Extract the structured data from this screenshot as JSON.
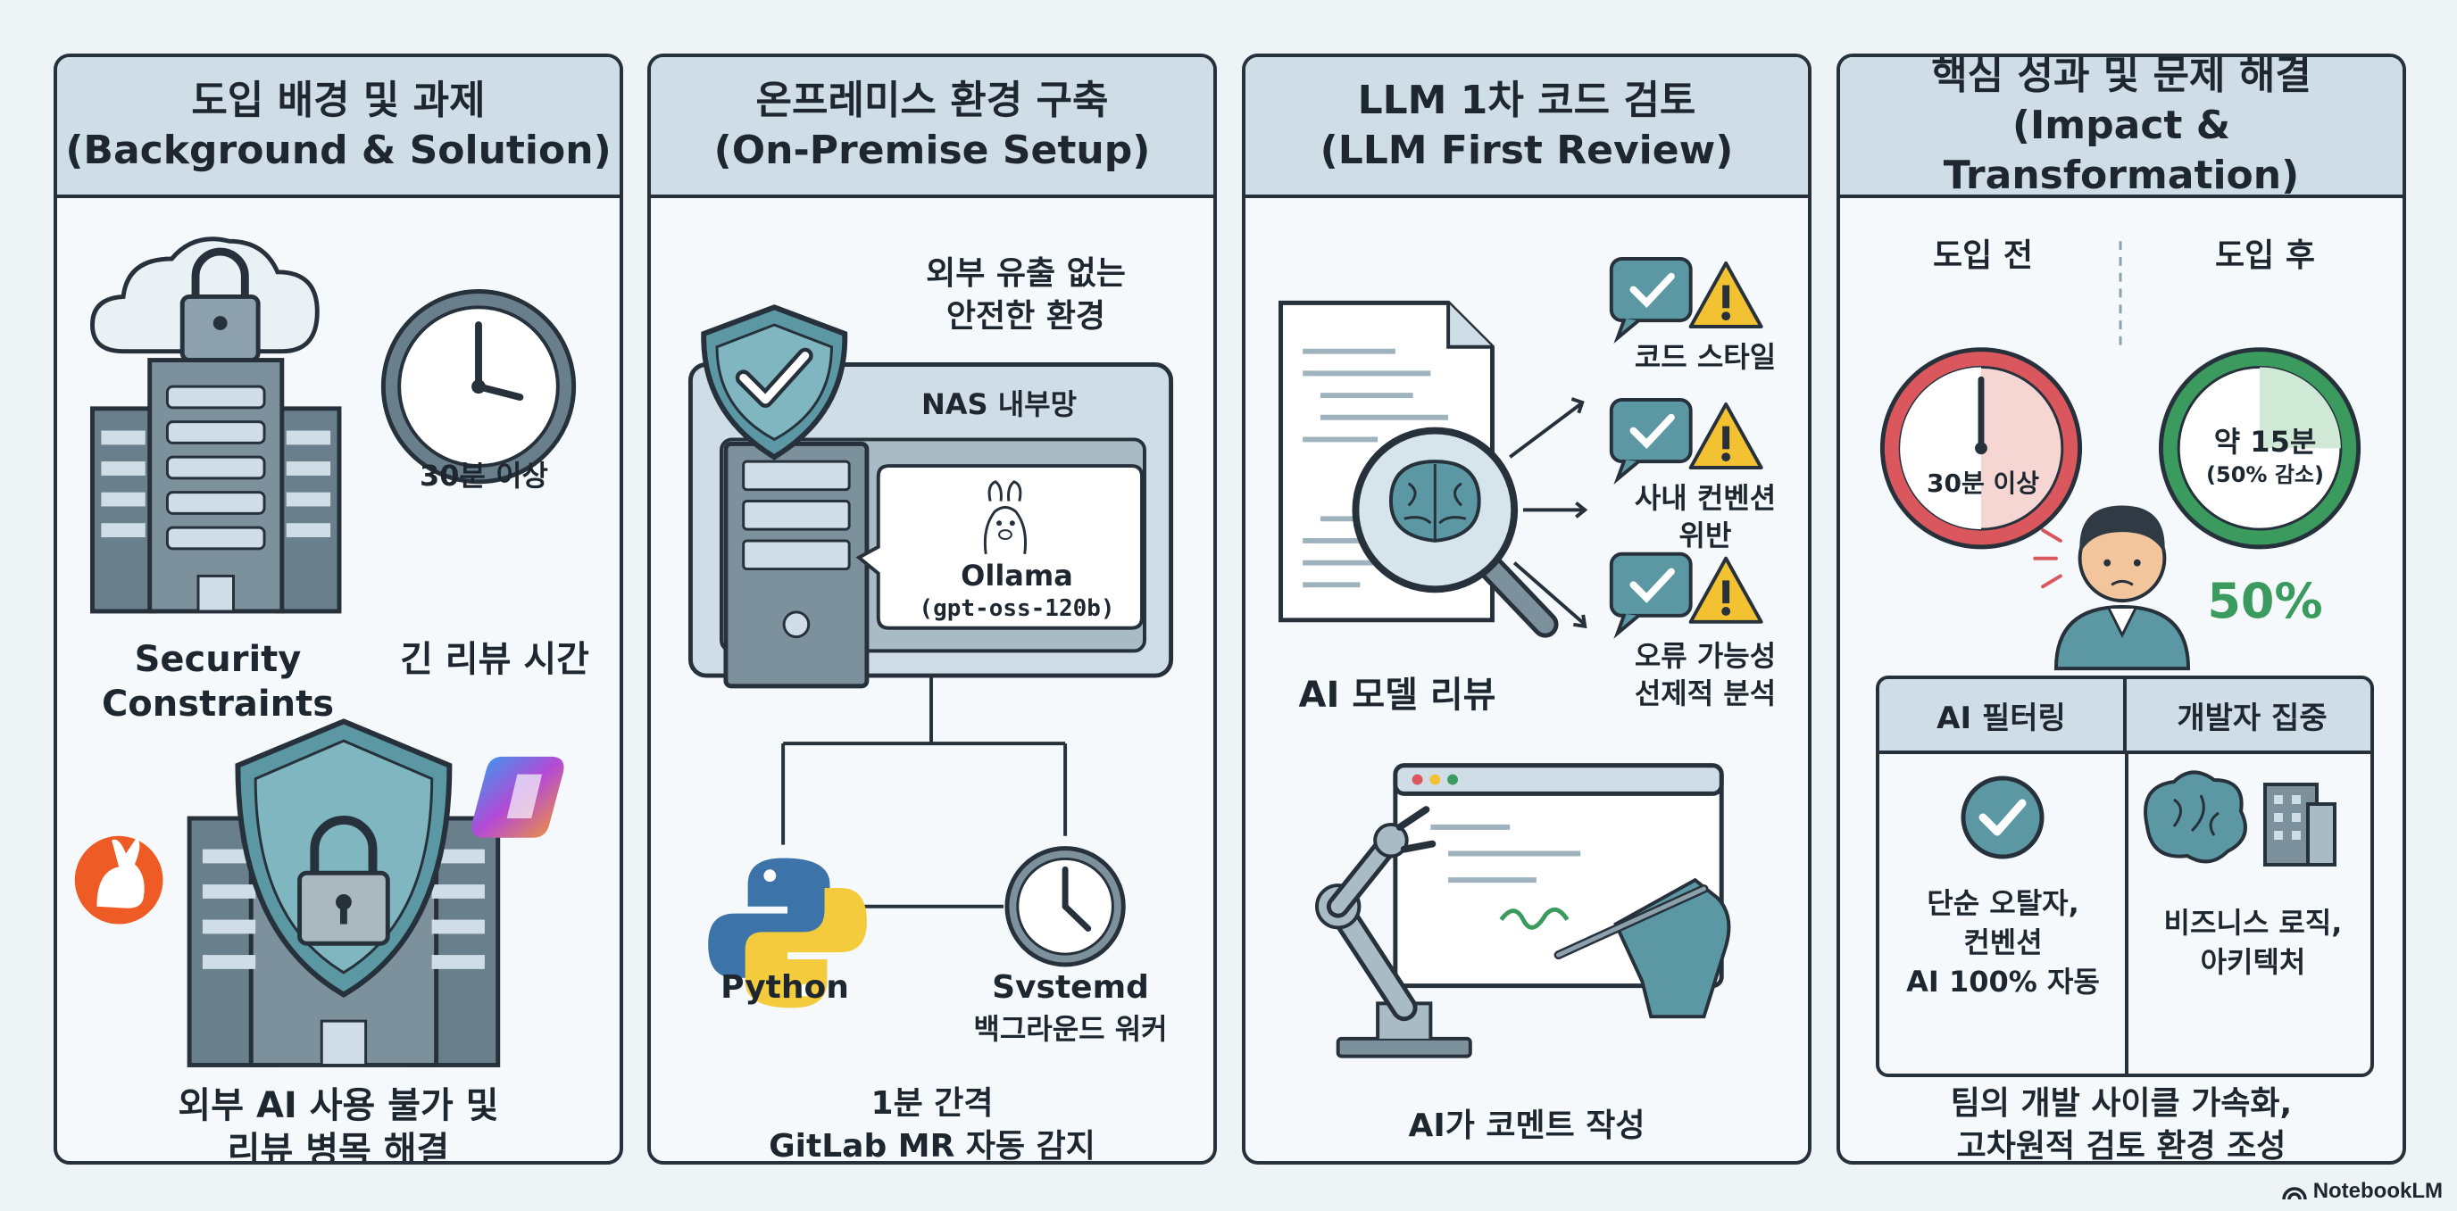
{
  "panels": [
    {
      "title_ko": "도입 배경 및 과제",
      "title_en": "(Background & Solution)",
      "labels": {
        "clock": "30분 이상",
        "security": "Security\nConstraints",
        "review_time": "긴 리뷰 시간",
        "footer_line1": "외부 AI 사용 불가 및",
        "footer_line2": "리뷰 병목 해결"
      }
    },
    {
      "title_ko": "온프레미스 환경 구축",
      "title_en": "(On-Premise Setup)",
      "labels": {
        "secure_line1": "외부 유출 없는",
        "secure_line2": "안전한 환경",
        "nas": "NAS 내부망",
        "ollama": "Ollama",
        "model": "(gpt-oss-120b)",
        "python": "Python",
        "systemd": "Svstemd",
        "worker": "백그라운드 워커",
        "footer_line1": "1분 간격",
        "footer_line2": "GitLab MR 자동 감지"
      }
    },
    {
      "title_ko": "LLM 1차 코드 검토",
      "title_en": "(LLM First Review)",
      "labels": {
        "code_style": "코드 스타일",
        "convention_line1": "사내 컨벤션",
        "convention_line2": "위반",
        "error_line1": "오류 가능성",
        "error_line2": "선제적 분석",
        "ai_review": "AI 모델 리뷰",
        "footer": "AI가 코멘트 작성"
      }
    },
    {
      "title_ko": "핵심 성과 및 문제 해결",
      "title_en": "(Impact & Transformation)",
      "labels": {
        "before": "도입 전",
        "after": "도입 후",
        "before_clock": "30분 이상",
        "after_clock_line1": "약 15분",
        "after_clock_line2": "(50% 감소)",
        "percent": "50%",
        "ai_filter": "AI 필터링",
        "dev_focus": "개발자 집중",
        "filter_line1": "단순 오탈자,",
        "filter_line2": "컨벤션",
        "filter_line3": "AI 100% 자동",
        "focus_line1": "비즈니스 로직,",
        "focus_line2": "아키텍처",
        "footer_line1": "팀의 개발 사이클 가속화,",
        "footer_line2": "고차원적 검토 환경 조성"
      }
    }
  ],
  "brand": "NotebookLM",
  "colors": {
    "header": "#cfdee6",
    "border": "#26313b",
    "teal": "#5b98a4",
    "red": "#d9575d",
    "green": "#3b9a5e",
    "warning": "#f2c233"
  }
}
